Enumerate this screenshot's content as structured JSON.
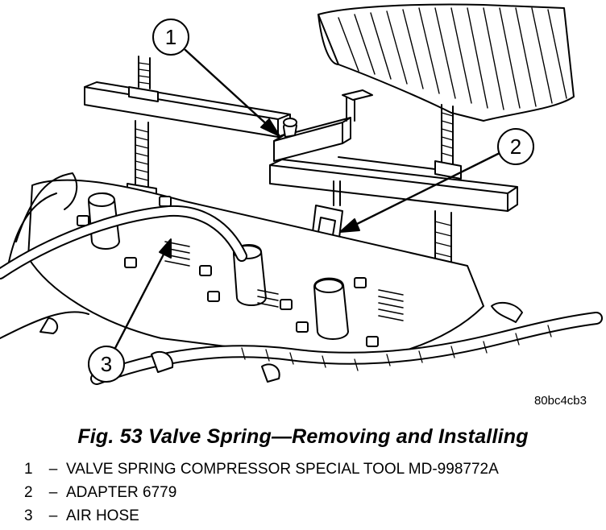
{
  "figure": {
    "image_code": "80bc4cb3",
    "caption": "Fig. 53 Valve Spring—Removing and Installing",
    "callouts": [
      "1",
      "2",
      "3"
    ],
    "legend": [
      {
        "num": "1",
        "dash": "–",
        "text": "VALVE SPRING COMPRESSOR SPECIAL TOOL MD-998772A"
      },
      {
        "num": "2",
        "dash": "–",
        "text": "ADAPTER 6779"
      },
      {
        "num": "3",
        "dash": "–",
        "text": "AIR HOSE"
      }
    ]
  }
}
